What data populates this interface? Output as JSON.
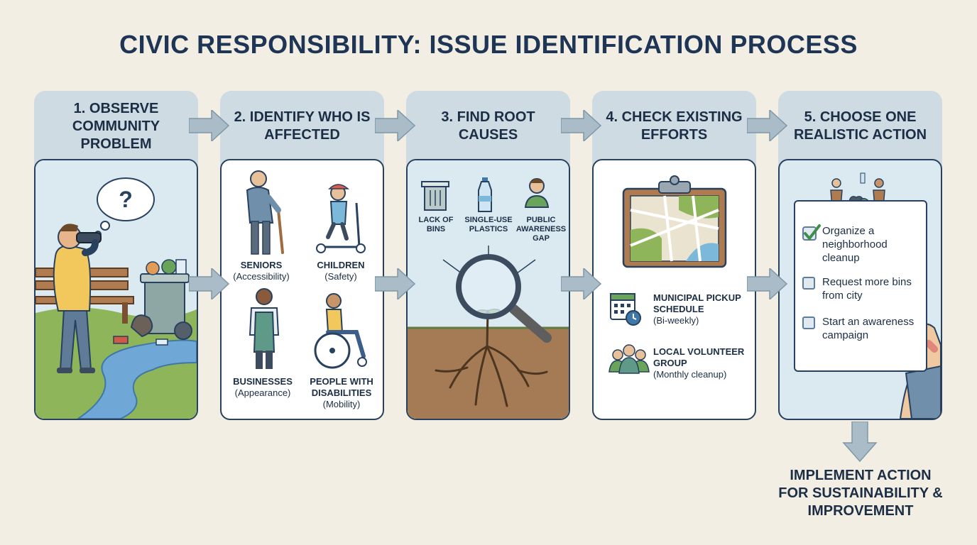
{
  "title": "CIVIC RESPONSIBILITY: ISSUE IDENTIFICATION PROCESS",
  "steps": [
    {
      "label": "1. OBSERVE COMMUNITY PROBLEM"
    },
    {
      "label": "2. IDENTIFY WHO IS AFFECTED",
      "groups": [
        {
          "name": "SENIORS",
          "detail": "(Accessibility)"
        },
        {
          "name": "CHILDREN",
          "detail": "(Safety)"
        },
        {
          "name": "BUSINESSES",
          "detail": "(Appearance)"
        },
        {
          "name": "PEOPLE WITH DISABILITIES",
          "detail": "(Mobility)"
        }
      ]
    },
    {
      "label": "3. FIND ROOT CAUSES",
      "causes": [
        "LACK OF BINS",
        "SINGLE-USE PLASTICS",
        "PUBLIC AWARENESS GAP"
      ]
    },
    {
      "label": "4. CHECK EXISTING EFFORTS",
      "efforts": [
        {
          "name": "MUNICIPAL PICKUP SCHEDULE",
          "detail": "(Bi-weekly)"
        },
        {
          "name": "LOCAL VOLUNTEER GROUP",
          "detail": "(Monthly cleanup)"
        }
      ]
    },
    {
      "label": "5. CHOOSE ONE REALISTIC ACTION",
      "actions": [
        {
          "text": "Organize a neighborhood cleanup",
          "checked": true
        },
        {
          "text": "Request more bins from city",
          "checked": false
        },
        {
          "text": "Start an awareness campaign",
          "checked": false
        }
      ]
    }
  ],
  "final": "IMPLEMENT ACTION FOR SUSTAINABILITY & IMPROVEMENT",
  "colors": {
    "navy": "#1e3555",
    "tab": "#cfdbe2",
    "arrow": "#a9bcc8",
    "sky": "#dbe9f1",
    "grass": "#8fb55a",
    "soil": "#a57b55"
  }
}
